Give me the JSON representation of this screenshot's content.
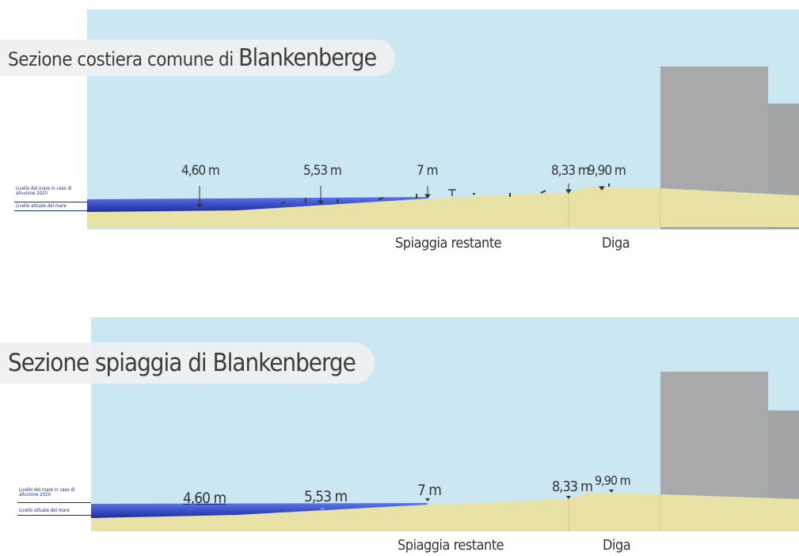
{
  "sections": [
    {
      "title_prefix": "Sezione costiera comune di ",
      "title_emphasis": "Blankenberge",
      "legend": {
        "flood_level": "Livello del mare in caso di alluvione 2020",
        "current_level": "Livello attuale del mare"
      },
      "elevations": [
        "4,60 m",
        "5,53 m",
        "7 m",
        "8,33 m",
        "9,90 m"
      ],
      "zones": {
        "beach": "Spiaggia restante",
        "dike": "Diga"
      }
    },
    {
      "title": "Sezione spiaggia di Blankenberge",
      "legend": {
        "flood_level": "Livello del mare in caso di alluvione 2020",
        "current_level": "Livello attuale del mare"
      },
      "elevations": [
        "4,60 m",
        "5,53 m",
        "7 m",
        "8,33 m",
        "9,90 m"
      ],
      "zones": {
        "beach": "Spiaggia restante",
        "dike": "Diga"
      }
    }
  ],
  "colors": {
    "sky": "#cbe8f2",
    "sand": "#e8e2a6",
    "sea_dark": "#1f2d9c",
    "sea_light": "#4a63e0",
    "building": "#a8a9ab"
  }
}
